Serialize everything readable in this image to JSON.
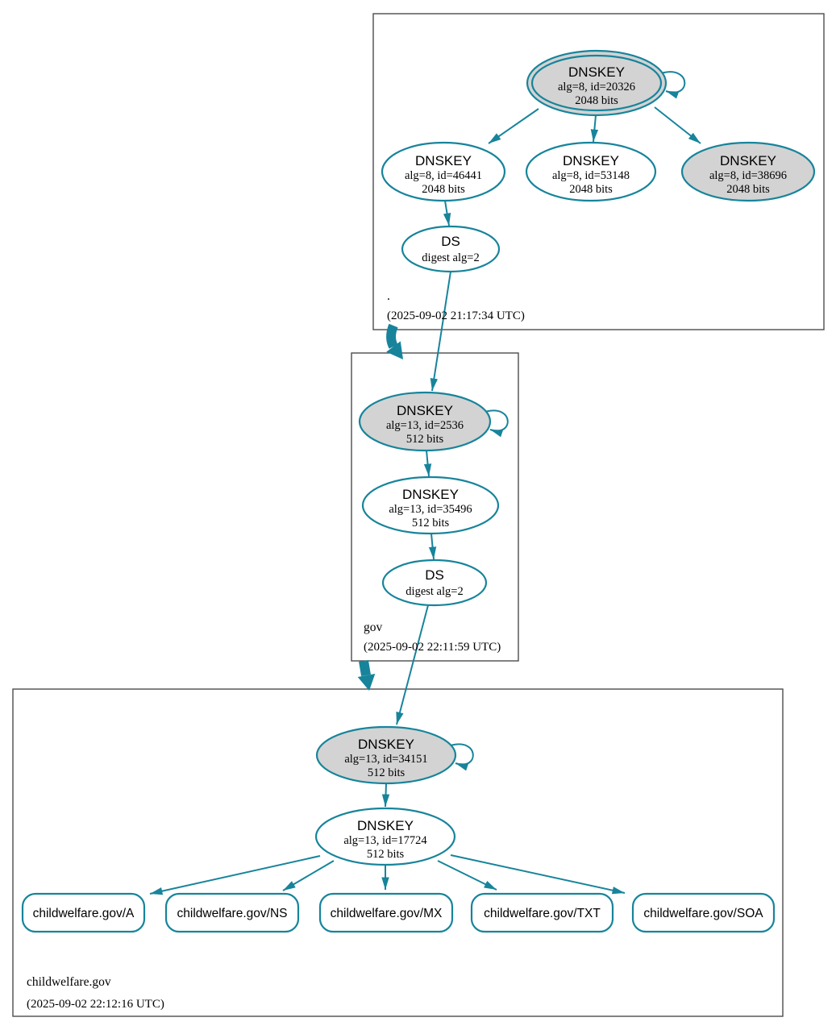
{
  "colors": {
    "edge_teal": "#17849b",
    "key_fill_gray": "#d3d3d3",
    "node_fill_white": "#ffffff",
    "zone_box_border": "#4c4c4c",
    "text_black": "#000000"
  },
  "zones": {
    "root": {
      "label": ".",
      "timestamp": "(2025-09-02 21:17:34 UTC)",
      "nodes": {
        "ksk": {
          "title": "DNSKEY",
          "detail1": "alg=8, id=20326",
          "detail2": "2048 bits"
        },
        "zsk1": {
          "title": "DNSKEY",
          "detail1": "alg=8, id=46441",
          "detail2": "2048 bits"
        },
        "zsk2": {
          "title": "DNSKEY",
          "detail1": "alg=8, id=53148",
          "detail2": "2048 bits"
        },
        "ksk2": {
          "title": "DNSKEY",
          "detail1": "alg=8, id=38696",
          "detail2": "2048 bits"
        },
        "ds": {
          "title": "DS",
          "detail1": "digest alg=2"
        }
      }
    },
    "gov": {
      "label": "gov",
      "timestamp": "(2025-09-02 22:11:59 UTC)",
      "nodes": {
        "ksk": {
          "title": "DNSKEY",
          "detail1": "alg=13, id=2536",
          "detail2": "512 bits"
        },
        "zsk": {
          "title": "DNSKEY",
          "detail1": "alg=13, id=35496",
          "detail2": "512 bits"
        },
        "ds": {
          "title": "DS",
          "detail1": "digest alg=2"
        }
      }
    },
    "child": {
      "label": "childwelfare.gov",
      "timestamp": "(2025-09-02 22:12:16 UTC)",
      "nodes": {
        "ksk": {
          "title": "DNSKEY",
          "detail1": "alg=13, id=34151",
          "detail2": "512 bits"
        },
        "zsk": {
          "title": "DNSKEY",
          "detail1": "alg=13, id=17724",
          "detail2": "512 bits"
        }
      },
      "rrsets": [
        {
          "label": "childwelfare.gov/A"
        },
        {
          "label": "childwelfare.gov/NS"
        },
        {
          "label": "childwelfare.gov/MX"
        },
        {
          "label": "childwelfare.gov/TXT"
        },
        {
          "label": "childwelfare.gov/SOA"
        }
      ]
    }
  }
}
